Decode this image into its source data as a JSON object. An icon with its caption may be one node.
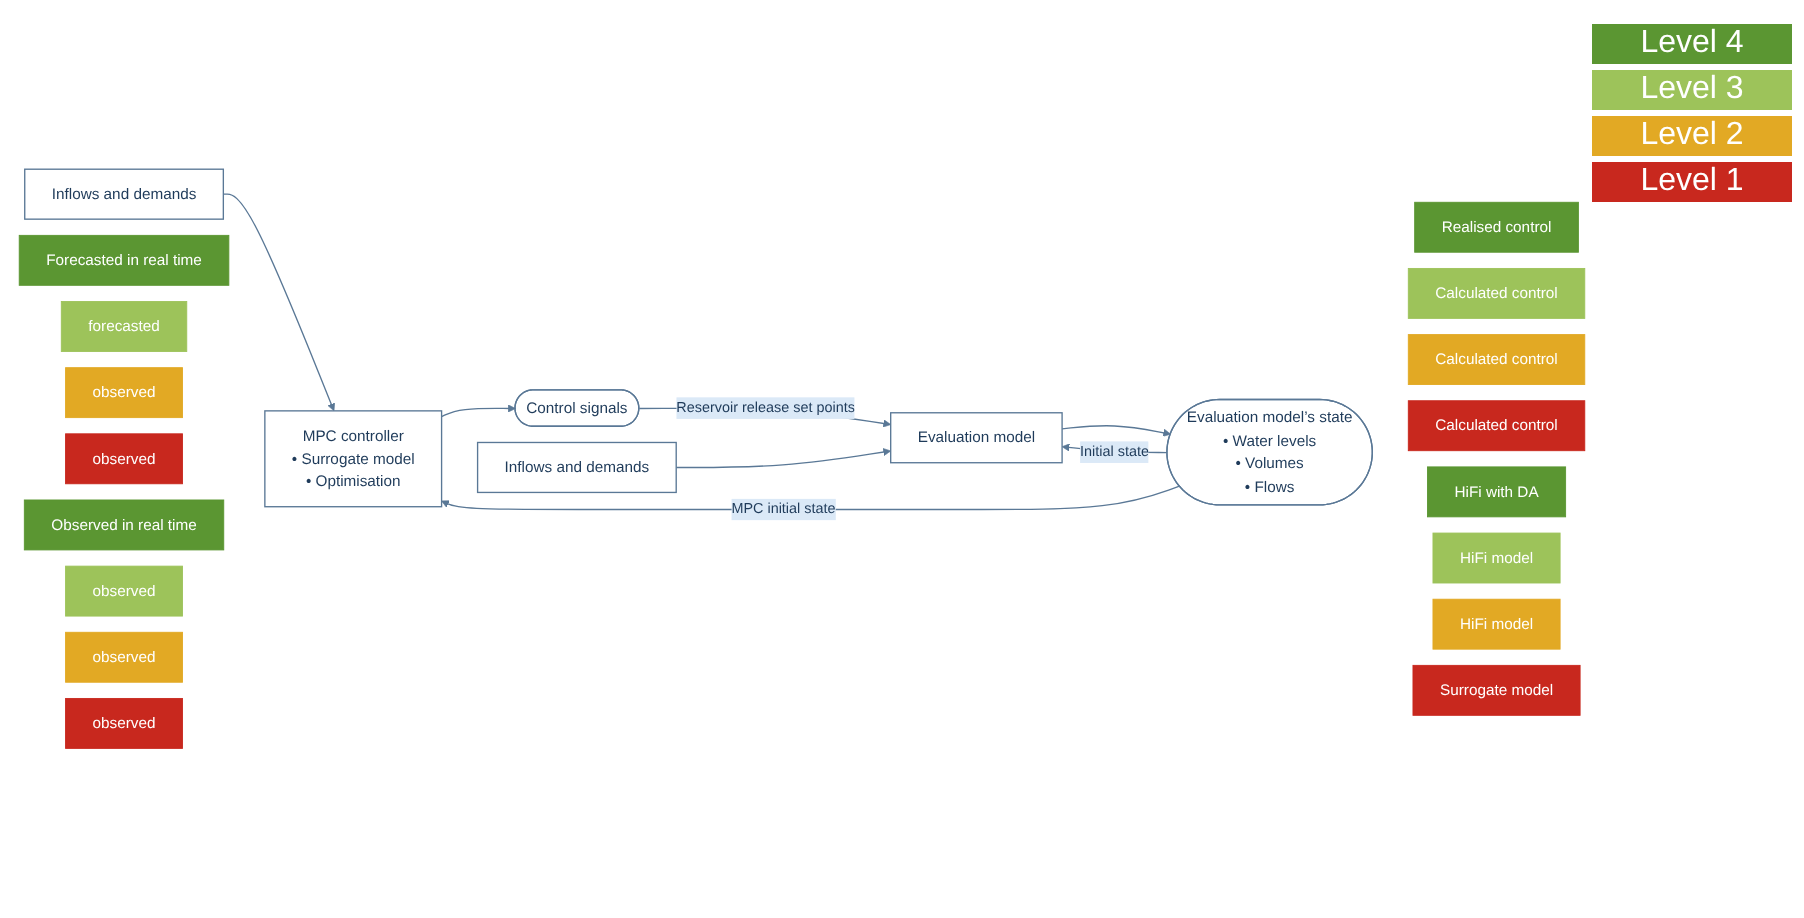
{
  "diagram": {
    "nodes": [
      {
        "text": [
          "Inflows and demands"
        ]
      },
      {
        "text": [
          "Forecasted in real time"
        ]
      },
      {
        "text": [
          "forecasted"
        ]
      },
      {
        "text": [
          "observed"
        ]
      },
      {
        "text": [
          "observed"
        ]
      },
      {
        "text": [
          "Observed in real time"
        ]
      },
      {
        "text": [
          "observed"
        ]
      },
      {
        "text": [
          "observed"
        ]
      },
      {
        "text": [
          "observed"
        ]
      },
      {
        "text": [
          "Inflows and demands"
        ]
      },
      {
        "text": [
          "MPC controller",
          "• Surrogate model",
          "• Optimisation"
        ]
      },
      {
        "text": [
          "Control signals"
        ]
      },
      {
        "text": [
          "Evaluation model"
        ]
      },
      {
        "text": [
          "Evaluation model’s state",
          "• Water levels",
          "• Volumes",
          "• Flows"
        ]
      },
      {
        "text": [
          "Realised control"
        ]
      },
      {
        "text": [
          "Calculated control"
        ]
      },
      {
        "text": [
          "Calculated control"
        ]
      },
      {
        "text": [
          "Calculated control"
        ]
      },
      {
        "text": [
          "HiFi with DA"
        ]
      },
      {
        "text": [
          "HiFi model"
        ]
      },
      {
        "text": [
          "HiFi model"
        ]
      },
      {
        "text": [
          "Surrogate model"
        ]
      }
    ],
    "edges": [
      {
        "from": 0,
        "to": 10,
        "arrow": "to"
      },
      {
        "from": 10,
        "to": 11,
        "arrow": "to"
      },
      {
        "from": 11,
        "to": 12,
        "arrow": "to",
        "label": "Reservoir release set points"
      },
      {
        "from": 9,
        "to": 12,
        "arrow": "to"
      },
      {
        "from": 12,
        "to": 13,
        "arrow": "to"
      },
      {
        "from": 13,
        "to": 12,
        "arrow": "to",
        "label": "Initial state"
      },
      {
        "from": 13,
        "to": 10,
        "arrow": "to",
        "label": "MPC initial state"
      }
    ],
    "legend": [
      {
        "text": "Level 4",
        "color": "#5b9632"
      },
      {
        "text": "Level 3",
        "color": "#9dc35a"
      },
      {
        "text": "Level 2",
        "color": "#e2a924"
      },
      {
        "text": "Level 1",
        "color": "#c8281e"
      }
    ]
  }
}
